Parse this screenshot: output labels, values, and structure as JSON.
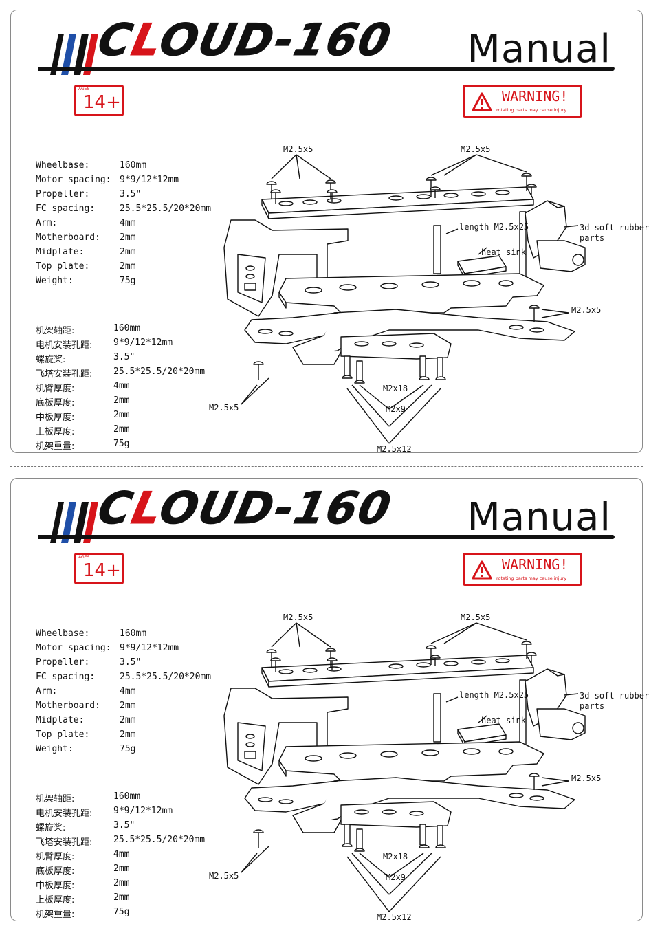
{
  "brand": {
    "name_cloud_prefix": "C",
    "name_red": "L",
    "name_rest": "OUD-160"
  },
  "header": {
    "manual_label": "Manual"
  },
  "age_badge": {
    "tag": "AGES",
    "value": "14+"
  },
  "warning": {
    "title": "WARNING!",
    "subtitle": "rotating parts may cause injury"
  },
  "specs_en": [
    {
      "key": "Wheelbase:",
      "value": "160mm"
    },
    {
      "key": "Motor spacing:",
      "value": "9*9/12*12mm"
    },
    {
      "key": "Propeller:",
      "value": "3.5\""
    },
    {
      "key": "FC spacing:",
      "value": "25.5*25.5/20*20mm"
    },
    {
      "key": "Arm:",
      "value": "4mm"
    },
    {
      "key": "Motherboard:",
      "value": "2mm"
    },
    {
      "key": "Midplate:",
      "value": "2mm"
    },
    {
      "key": "Top plate:",
      "value": "2mm"
    },
    {
      "key": "Weight:",
      "value": "75g"
    }
  ],
  "specs_cn": [
    {
      "key": "机架轴距:",
      "value": "160mm"
    },
    {
      "key": "电机安装孔距:",
      "value": "9*9/12*12mm"
    },
    {
      "key": "螺旋桨:",
      "value": "3.5\""
    },
    {
      "key": "飞塔安装孔距:",
      "value": "25.5*25.5/20*20mm"
    },
    {
      "key": "机臂厚度:",
      "value": "4mm"
    },
    {
      "key": "底板厚度:",
      "value": "2mm"
    },
    {
      "key": "中板厚度:",
      "value": "2mm"
    },
    {
      "key": "上板厚度:",
      "value": "2mm"
    },
    {
      "key": "机架重量:",
      "value": "75g"
    }
  ],
  "callouts": {
    "screw_top_left": "M2.5x5",
    "screw_top_right": "M2.5x5",
    "standoff": "length M2.5x25",
    "heat_sink": "heat sink",
    "rubber_1": "3d soft rubber",
    "rubber_2": "parts",
    "screw_right": "M2.5x5",
    "screw_bottom_left": "M2.5x5",
    "m2x18": "M2x18",
    "m2x9": "M2x9",
    "m25x12": "M2.5x12"
  },
  "colors": {
    "accent_red": "#d7141a",
    "stripe_blue": "#1f4fa8",
    "border": "#8a8a8a"
  }
}
